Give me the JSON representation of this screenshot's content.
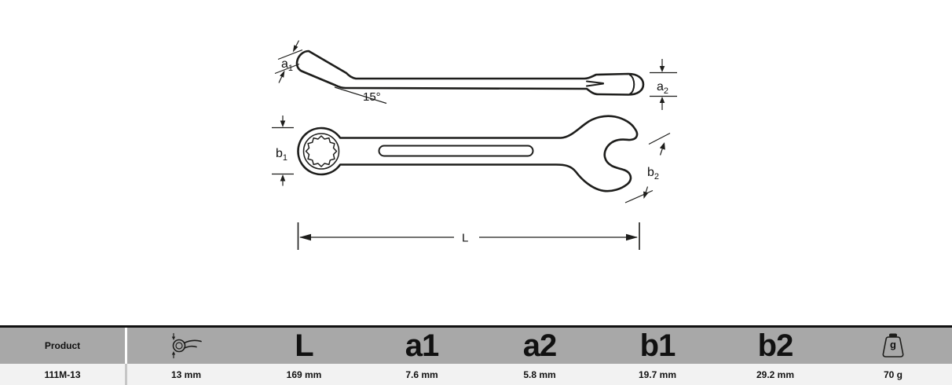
{
  "colors": {
    "page_bg": "#ffffff",
    "line": "#1d1d1b",
    "table_top_border": "#111111",
    "table_header_bg": "#a8a8a8",
    "table_row_bg": "#f2f2f2",
    "table_header_divider": "#fdfdfd",
    "table_row_divider": "#c6c6c6",
    "text": "#111111"
  },
  "diagram": {
    "labels": {
      "a1": {
        "base": "a",
        "sub": "1"
      },
      "a2": {
        "base": "a",
        "sub": "2"
      },
      "b1": {
        "base": "b",
        "sub": "1"
      },
      "b2": {
        "base": "b",
        "sub": "2"
      },
      "angle": "15°",
      "length": "L"
    }
  },
  "table": {
    "headers": [
      {
        "id": "product",
        "label": "Product"
      },
      {
        "id": "size",
        "icon": "wrench-size-icon"
      },
      {
        "id": "L",
        "label": "L"
      },
      {
        "id": "a1",
        "label": "a1"
      },
      {
        "id": "a2",
        "label": "a2"
      },
      {
        "id": "b1",
        "label": "b1"
      },
      {
        "id": "b2",
        "label": "b2"
      },
      {
        "id": "weight",
        "icon": "weight-icon",
        "icon_label": "g"
      }
    ],
    "row": {
      "product": "111M-13",
      "size": "13 mm",
      "L": "169 mm",
      "a1": "7.6 mm",
      "a2": "5.8 mm",
      "b1": "19.7 mm",
      "b2": "29.2 mm",
      "weight": "70 g"
    }
  }
}
